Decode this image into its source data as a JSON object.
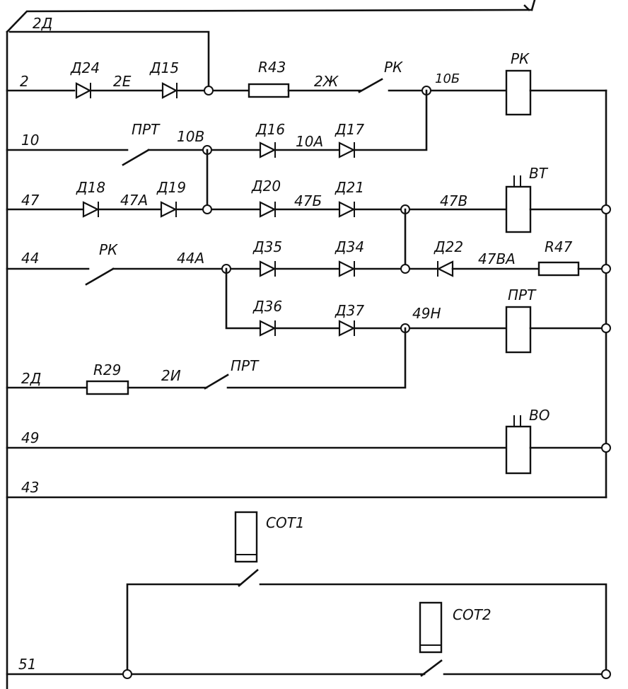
{
  "wires": {
    "w2": "2",
    "w2D_top": "2Д",
    "w2E": "2Е",
    "w2Zh": "2Ж",
    "w10B_small": "10Б",
    "w10": "10",
    "w10V": "10В",
    "w10A": "10А",
    "w47": "47",
    "w47A": "47А",
    "w47B": "47Б",
    "w47V": "47В",
    "w44": "44",
    "w44A": "44А",
    "w47VA": "47ВА",
    "w49N": "49Н",
    "w2D": "2Д",
    "w2I": "2И",
    "w49": "49",
    "w43": "43",
    "w51": "51"
  },
  "components": {
    "d24": "Д24",
    "d15": "Д15",
    "r43": "R43",
    "rk_contact_top": "РК",
    "rk_coil": "РК",
    "prt_contact_10": "ПРТ",
    "d16": "Д16",
    "d17": "Д17",
    "d18": "Д18",
    "d19": "Д19",
    "d20": "Д20",
    "d21": "Д21",
    "vt_coil": "ВТ",
    "rk_contact_44": "РК",
    "d35": "Д35",
    "d34": "Д34",
    "d22": "Д22",
    "r47": "R47",
    "prt_coil": "ПРТ",
    "d36": "Д36",
    "d37": "Д37",
    "r29": "R29",
    "prt_contact_2d": "ПРТ",
    "vo_coil": "ВО",
    "sot1": "СОТ1",
    "sot2": "СОТ2"
  }
}
